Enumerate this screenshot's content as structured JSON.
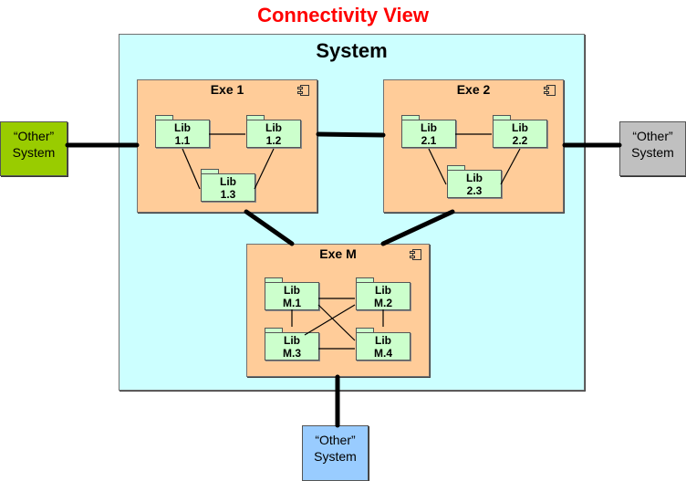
{
  "title": "Connectivity View",
  "system": {
    "label": "System"
  },
  "colors": {
    "title": "#ff0000",
    "system_fill": "#ccffff",
    "exe_fill": "#ffcc99",
    "lib_fill": "#ccffcc",
    "other_left": "#99cc00",
    "other_right": "#c0c0c0",
    "other_bottom": "#99ccff"
  },
  "executables": [
    {
      "id": "exe1",
      "label": "Exe 1",
      "icon": "component-icon",
      "libs": [
        {
          "line1": "Lib",
          "line2": "1.1"
        },
        {
          "line1": "Lib",
          "line2": "1.2"
        },
        {
          "line1": "Lib",
          "line2": "1.3"
        }
      ]
    },
    {
      "id": "exe2",
      "label": "Exe 2",
      "icon": "component-icon",
      "libs": [
        {
          "line1": "Lib",
          "line2": "2.1"
        },
        {
          "line1": "Lib",
          "line2": "2.2"
        },
        {
          "line1": "Lib",
          "line2": "2.3"
        }
      ]
    },
    {
      "id": "exeM",
      "label": "Exe M",
      "icon": "component-icon",
      "libs": [
        {
          "line1": "Lib",
          "line2": "M.1"
        },
        {
          "line1": "Lib",
          "line2": "M.2"
        },
        {
          "line1": "Lib",
          "line2": "M.3"
        },
        {
          "line1": "Lib",
          "line2": "M.4"
        }
      ]
    }
  ],
  "external_systems": [
    {
      "id": "left",
      "line1": "“Other”",
      "line2": "System"
    },
    {
      "id": "right",
      "line1": "“Other”",
      "line2": "System"
    },
    {
      "id": "bottom",
      "line1": "“Other”",
      "line2": "System"
    }
  ],
  "connections": [
    [
      "exe1",
      "exe2"
    ],
    [
      "exe1",
      "exeM"
    ],
    [
      "exe2",
      "exeM"
    ],
    [
      "left-system",
      "exe1"
    ],
    [
      "exe2",
      "right-system"
    ],
    [
      "exeM",
      "bottom-system"
    ],
    [
      "Lib 1.1",
      "Lib 1.2"
    ],
    [
      "Lib 1.1",
      "Lib 1.3"
    ],
    [
      "Lib 1.2",
      "Lib 1.3"
    ],
    [
      "Lib 2.1",
      "Lib 2.2"
    ],
    [
      "Lib 2.1",
      "Lib 2.3"
    ],
    [
      "Lib 2.2",
      "Lib 2.3"
    ],
    [
      "Lib M.1",
      "Lib M.2"
    ],
    [
      "Lib M.1",
      "Lib M.3"
    ],
    [
      "Lib M.1",
      "Lib M.4"
    ],
    [
      "Lib M.2",
      "Lib M.3"
    ],
    [
      "Lib M.2",
      "Lib M.4"
    ],
    [
      "Lib M.3",
      "Lib M.4"
    ]
  ]
}
